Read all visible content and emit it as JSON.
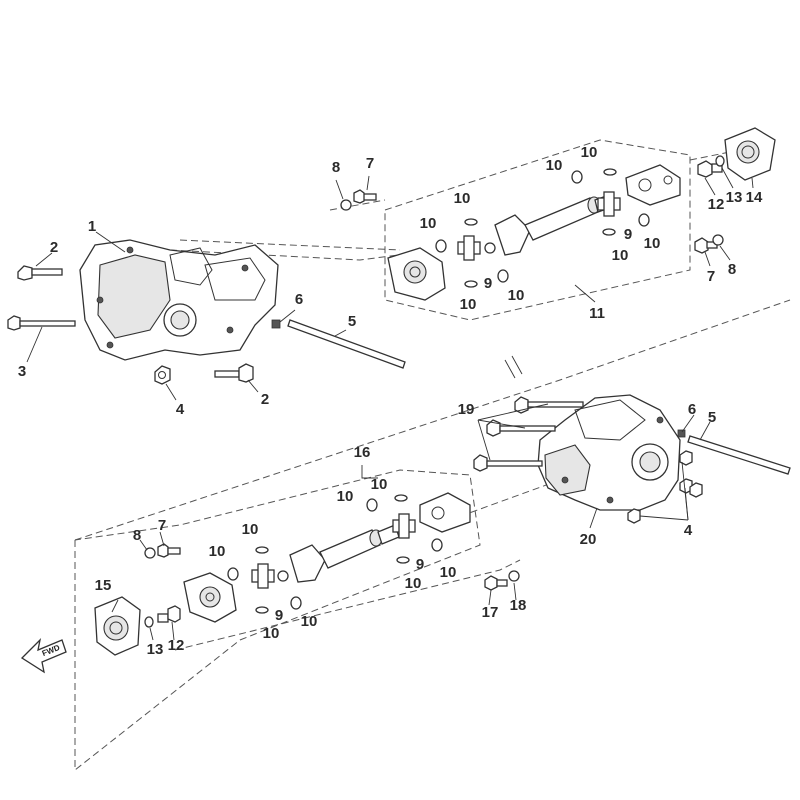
{
  "callouts": [
    {
      "id": "c1",
      "text": "1"
    },
    {
      "id": "c2a",
      "text": "2"
    },
    {
      "id": "c2b",
      "text": "2"
    },
    {
      "id": "c3",
      "text": "3"
    },
    {
      "id": "c4a",
      "text": "4"
    },
    {
      "id": "c5a",
      "text": "5"
    },
    {
      "id": "c6a",
      "text": "6"
    },
    {
      "id": "c7a",
      "text": "7"
    },
    {
      "id": "c8a",
      "text": "8"
    },
    {
      "id": "c7b",
      "text": "7"
    },
    {
      "id": "c8b",
      "text": "8"
    },
    {
      "id": "c10a",
      "text": "10"
    },
    {
      "id": "c10b",
      "text": "10"
    },
    {
      "id": "c10c",
      "text": "10"
    },
    {
      "id": "c10d",
      "text": "10"
    },
    {
      "id": "c10e",
      "text": "10"
    },
    {
      "id": "c10f",
      "text": "10"
    },
    {
      "id": "c10g",
      "text": "10"
    },
    {
      "id": "c10h",
      "text": "10"
    },
    {
      "id": "c9a",
      "text": "9"
    },
    {
      "id": "c9b",
      "text": "9"
    },
    {
      "id": "c11",
      "text": "11"
    },
    {
      "id": "c12a",
      "text": "12"
    },
    {
      "id": "c13a",
      "text": "13"
    },
    {
      "id": "c14",
      "text": "14"
    },
    {
      "id": "c5b",
      "text": "5"
    },
    {
      "id": "c6b",
      "text": "6"
    },
    {
      "id": "c19",
      "text": "19"
    },
    {
      "id": "c4b",
      "text": "4"
    },
    {
      "id": "c20",
      "text": "20"
    },
    {
      "id": "c16",
      "text": "16"
    },
    {
      "id": "c10i",
      "text": "10"
    },
    {
      "id": "c10j",
      "text": "10"
    },
    {
      "id": "c10k",
      "text": "10"
    },
    {
      "id": "c10l",
      "text": "10"
    },
    {
      "id": "c10m",
      "text": "10"
    },
    {
      "id": "c10n",
      "text": "10"
    },
    {
      "id": "c10o",
      "text": "10"
    },
    {
      "id": "c10p",
      "text": "10"
    },
    {
      "id": "c9c",
      "text": "9"
    },
    {
      "id": "c9d",
      "text": "9"
    },
    {
      "id": "c7c",
      "text": "7"
    },
    {
      "id": "c8c",
      "text": "8"
    },
    {
      "id": "c17",
      "text": "17"
    },
    {
      "id": "c18",
      "text": "18"
    },
    {
      "id": "c15",
      "text": "15"
    },
    {
      "id": "c13b",
      "text": "13"
    },
    {
      "id": "c12b",
      "text": "12"
    }
  ],
  "direction_badge": {
    "text": "FWD"
  },
  "icons": {
    "direction": "fwd-arrow-icon"
  }
}
